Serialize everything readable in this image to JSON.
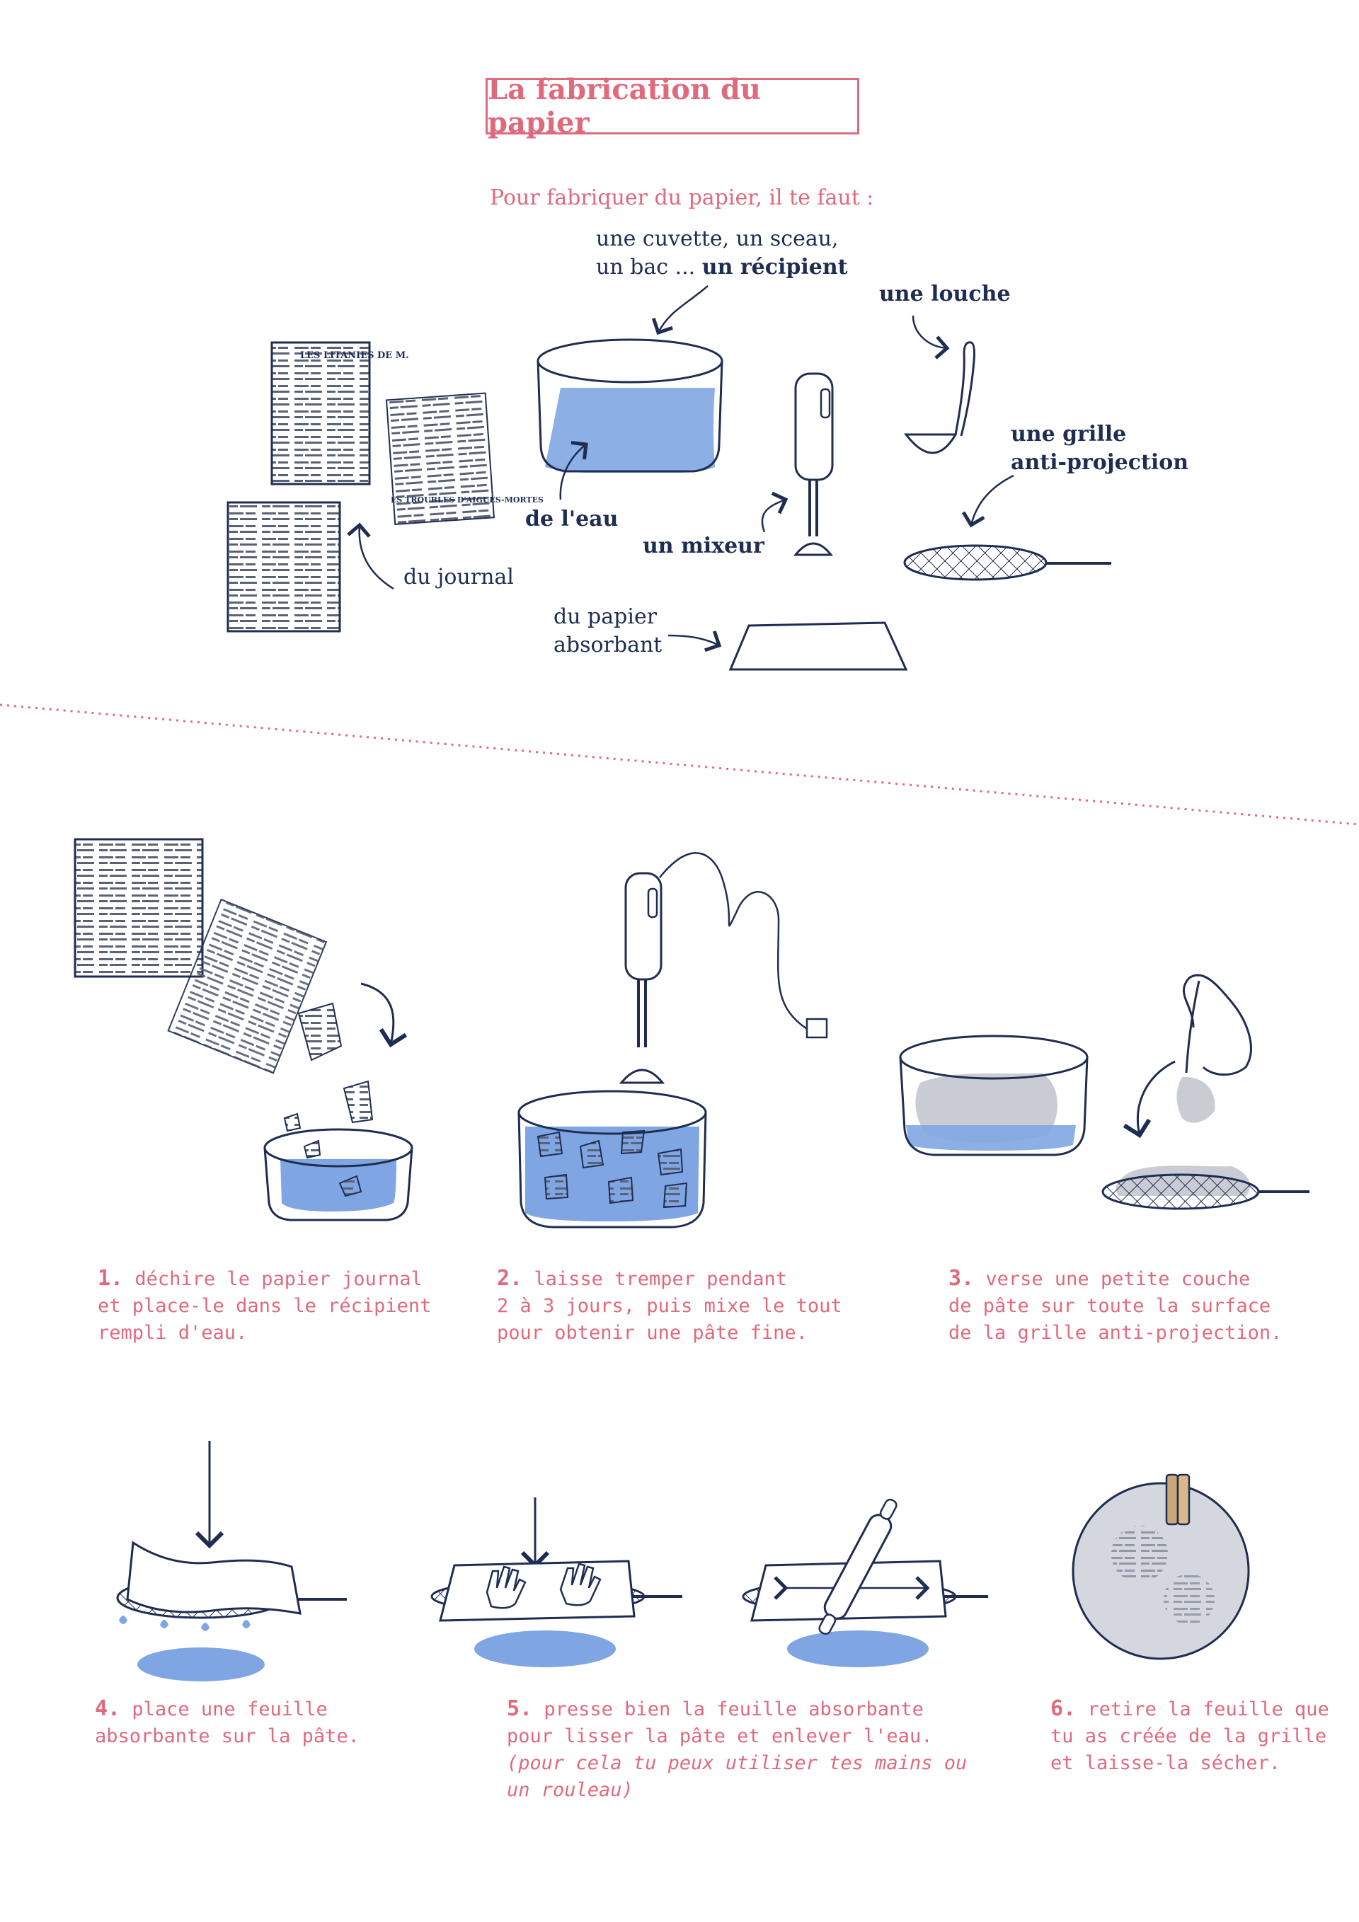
{
  "title": "La fabrication du papier",
  "intro": "Pour fabriquer du papier, il te faut :",
  "materials": {
    "container_line1": "une cuvette, un sceau,",
    "container_line2_prefix": "un bac ... ",
    "container_line2_bold": "un récipient",
    "ladle": "une louche",
    "grid_line1": "une grille",
    "grid_line2": "anti-projection",
    "water": "de l'eau",
    "mixer": "un mixeur",
    "newspaper": "du journal",
    "towel_line1": "du papier",
    "towel_line2": "absorbant"
  },
  "newspaper_snippets": {
    "headline1": "LES LITANIES DE M.",
    "headline2": "ES TROUBLES D'AIGUES-MORTES"
  },
  "steps": [
    {
      "number": "1.",
      "lines": [
        "déchire le papier journal",
        "et place-le dans le récipient",
        "rempli d'eau."
      ]
    },
    {
      "number": "2.",
      "lines": [
        "laisse tremper pendant",
        "2 à 3 jours, puis mixe le tout",
        "pour obtenir une pâte fine."
      ]
    },
    {
      "number": "3.",
      "lines": [
        "verse une petite couche",
        "de pâte sur toute la surface",
        "de la grille anti-projection."
      ]
    },
    {
      "number": "4.",
      "lines": [
        "place une feuille",
        "absorbante sur la pâte."
      ]
    },
    {
      "number": "5.",
      "lines": [
        "presse bien la feuille absorbante",
        "pour lisser la pâte et enlever l'eau."
      ],
      "note_lines": [
        "(pour cela tu peux utiliser tes mains ou",
        "un rouleau)"
      ]
    },
    {
      "number": "6.",
      "lines": [
        "retire la feuille que",
        "tu as créée de la grille",
        "et laisse-la sécher."
      ]
    }
  ],
  "colors": {
    "accent": "#e06a7d",
    "ink": "#1f2d52",
    "water": "#7fa6e2",
    "pulp": "#c9ccd3"
  }
}
